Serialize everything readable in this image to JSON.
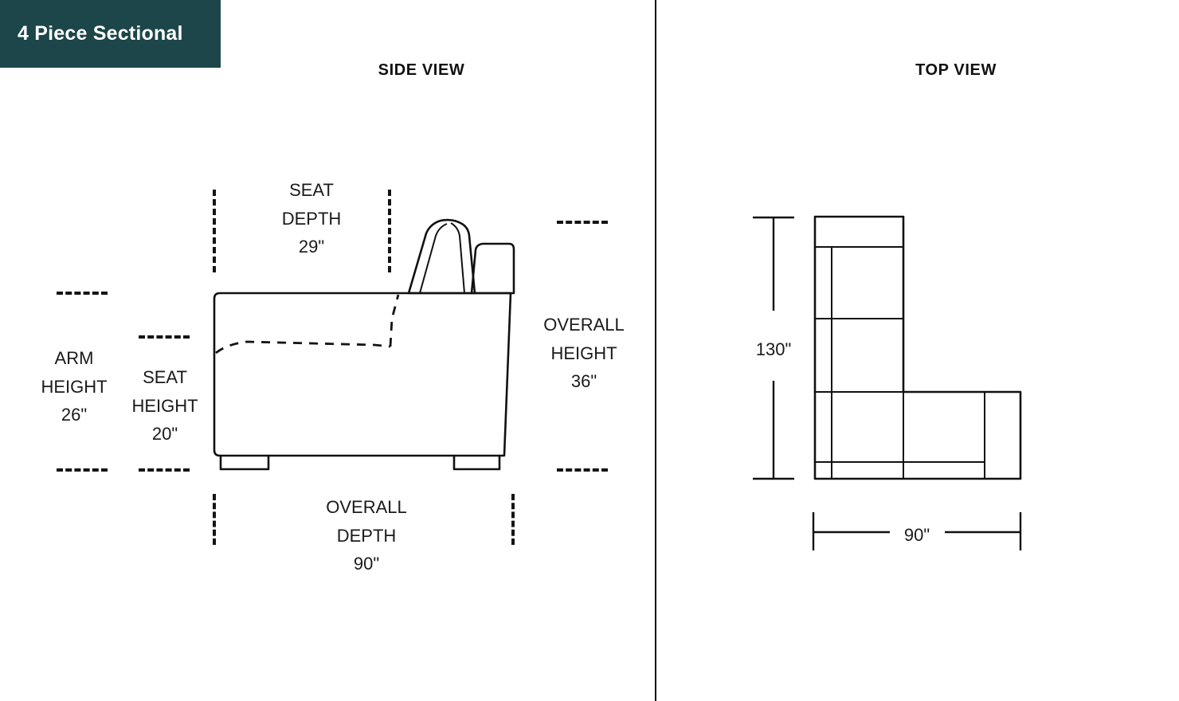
{
  "badge": {
    "label": "4 Piece Sectional",
    "bg_color": "#1c4649",
    "text_color": "#ffffff"
  },
  "headings": {
    "side_view": "SIDE VIEW",
    "top_view": "TOP VIEW"
  },
  "side_view": {
    "dimensions": {
      "seat_depth": "SEAT\nDEPTH\n29\"",
      "arm_height": "ARM\nHEIGHT\n26\"",
      "seat_height": "SEAT\nHEIGHT\n20\"",
      "overall_height": "OVERALL\nHEIGHT\n36\"",
      "overall_depth": "OVERALL\nDEPTH\n90\""
    },
    "values": {
      "seat_depth_in": 29,
      "arm_height_in": 26,
      "seat_height_in": 20,
      "overall_height_in": 36,
      "overall_depth_in": 90
    }
  },
  "top_view": {
    "dimensions": {
      "depth": "130\"",
      "width": "90\""
    },
    "values": {
      "depth_in": 130,
      "width_in": 90
    }
  },
  "line_color": "#111111"
}
